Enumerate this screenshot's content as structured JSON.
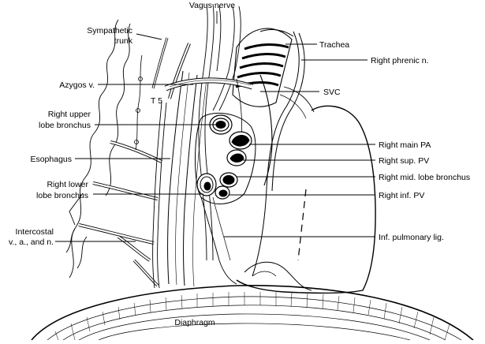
{
  "labels": {
    "vagus_nerve": "Vagus nerve",
    "sympathetic_trunk_1": "Sympathetic",
    "sympathetic_trunk_2": "trunk",
    "trachea": "Trachea",
    "right_phrenic": "Right phrenic n.",
    "azygos": "Azygos v.",
    "t5": "T 5",
    "svc": "SVC",
    "right_upper_lobe_1": "Right upper",
    "right_upper_lobe_2": "lobe bronchus",
    "right_main_pa": "Right main PA",
    "esophagus": "Esophagus",
    "right_sup_pv": "Right sup. PV",
    "right_mid_lobe": "Right mid. lobe bronchus",
    "right_lower_lobe_1": "Right lower",
    "right_lower_lobe_2": "lobe bronchus",
    "right_inf_pv": "Right inf. PV",
    "intercostal_1": "Intercostal",
    "intercostal_2": "v., a., and n.",
    "inf_pulmonary_lig": "Inf. pulmonary lig.",
    "diaphragm": "Diaphragm"
  },
  "colors": {
    "ink": "#000000",
    "background": "#ffffff"
  }
}
